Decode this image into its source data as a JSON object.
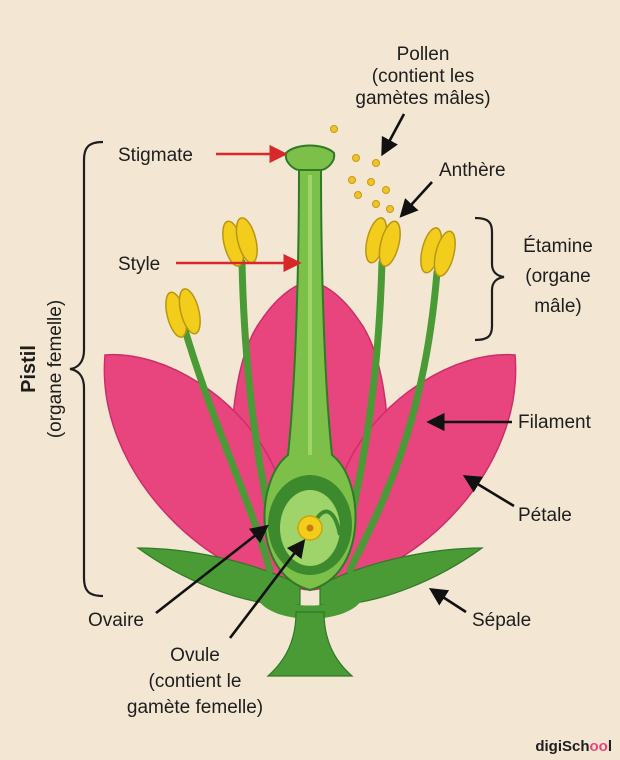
{
  "colors": {
    "background": "#f3e7d3",
    "petal": "#e8457f",
    "petal_dark": "#cc2f68",
    "stem": "#4a9a35",
    "stem_dark": "#2f7a26",
    "pistil": "#7cc04a",
    "ovary_inner": "#3d8a2e",
    "anther": "#f2cd1c",
    "pollen": "#f0c22b",
    "arrow_red": "#d8282a",
    "arrow_black": "#111111"
  },
  "labels": {
    "pollen_line1": "Pollen",
    "pollen_line2": "(contient les",
    "pollen_line3": "gamètes mâles)",
    "stigmate": "Stigmate",
    "anthere": "Anthère",
    "style": "Style",
    "etamine_line1": "Étamine",
    "etamine_line2": "(organe",
    "etamine_line3": "mâle)",
    "pistil": "Pistil",
    "pistil_sub": "(organe femelle)",
    "filament": "Filament",
    "petale": "Pétale",
    "ovaire": "Ovaire",
    "sepale": "Sépale",
    "ovule_line1": "Ovule",
    "ovule_line2": "(contient le",
    "ovule_line3": "gamète femelle)"
  },
  "logo": {
    "prefix": "digiSch",
    "oo": "oo",
    "suffix": "l"
  },
  "icons": {
    "label_arrow": "arrow",
    "brace": "curly-brace"
  }
}
